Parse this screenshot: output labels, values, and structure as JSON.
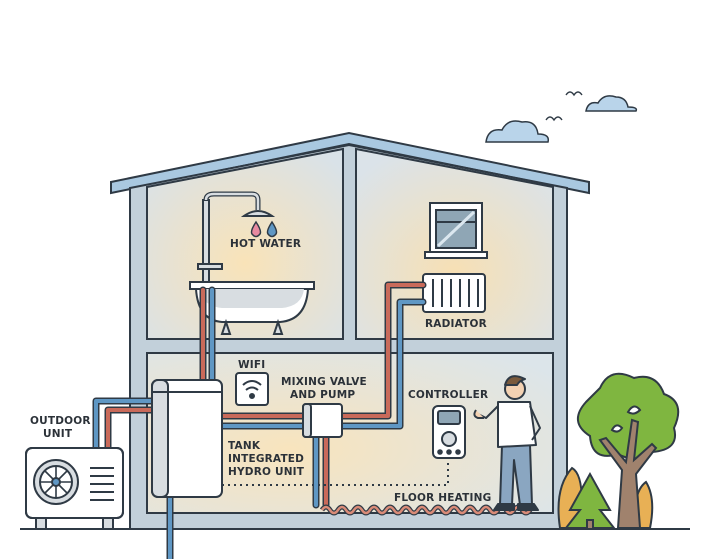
{
  "labels": {
    "hot_water": "HOT WATER",
    "radiator": "RADIATOR",
    "wifi": "WIFI",
    "mixing_valve_line1": "MIXING VALVE",
    "mixing_valve_line2": "AND PUMP",
    "controller": "CONTROLLER",
    "outdoor_unit_line1": "OUTDOOR",
    "outdoor_unit_line2": "UNIT",
    "tank_line1": "TANK",
    "tank_line2": "INTEGRATED",
    "tank_line3": "HYDRO UNIT",
    "floor_heating": "FLOOR HEATING"
  },
  "colors": {
    "outline": "#2f3a45",
    "roof": "#a9c8e0",
    "wall": "#c2d0da",
    "room_warm": "#f6dfb4",
    "room_cool": "#dfe7ec",
    "hot_pipe": "#c96a5a",
    "cold_pipe": "#5f97c4",
    "cloud": "#b9d4ea",
    "tree_green": "#7fb640",
    "tree_trunk": "#a0826d",
    "bush_orange": "#e8b055"
  }
}
